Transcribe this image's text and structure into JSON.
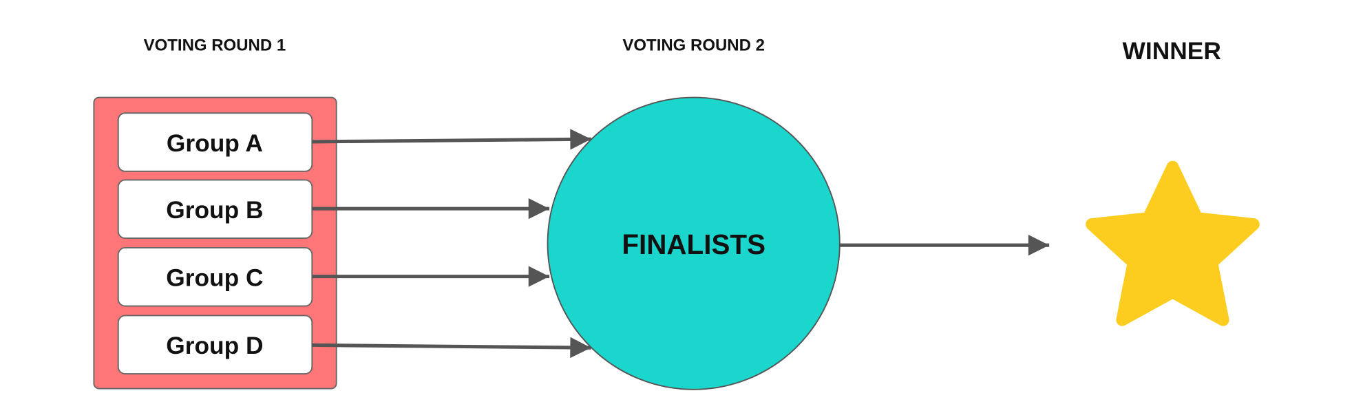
{
  "headings": {
    "round1": "VOTING ROUND 1",
    "round2": "VOTING ROUND 2",
    "winner": "WINNER"
  },
  "groups": [
    {
      "label": "Group A"
    },
    {
      "label": "Group B"
    },
    {
      "label": "Group C"
    },
    {
      "label": "Group D"
    }
  ],
  "finalists": {
    "label": "FINALISTS"
  },
  "colors": {
    "group_container": "#fe7677",
    "finalists_circle": "#1bd6cc",
    "star": "#fccc1f",
    "arrow": "#555555"
  }
}
